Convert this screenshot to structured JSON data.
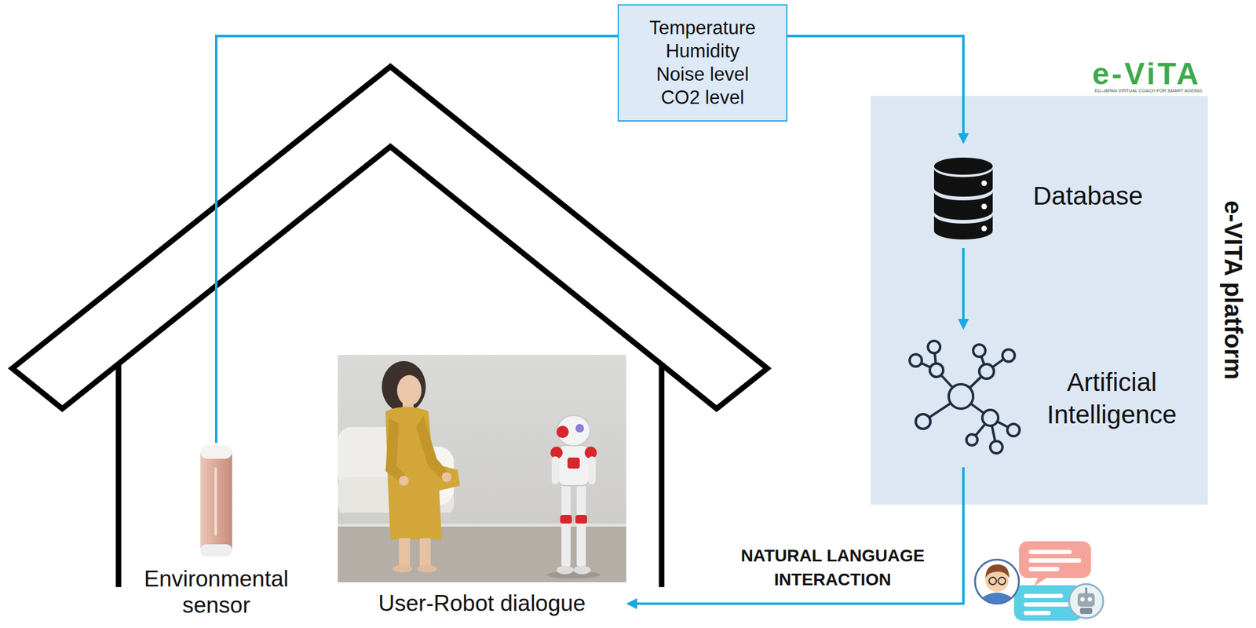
{
  "diagram": {
    "nodes": [
      {
        "text": [
          "Temperature",
          "Humidity",
          "Noise level",
          "CO2 level"
        ]
      },
      {
        "text": [
          "e-VITA platform"
        ]
      },
      {
        "text": [
          "Database"
        ],
        "in": 1
      },
      {
        "text": [
          "Artificial Intelligence"
        ],
        "in": 1
      },
      {
        "text": [
          "Environmental sensor"
        ]
      },
      {
        "text": [
          "User-Robot dialogue"
        ]
      }
    ],
    "edges": [
      {
        "from": 4,
        "to": 0,
        "arrow": "none"
      },
      {
        "from": 0,
        "to": 2,
        "arrow": "to"
      },
      {
        "from": 2,
        "to": 3,
        "arrow": "to"
      },
      {
        "from": 3,
        "to": 5,
        "arrow": "to",
        "label": "NATURAL LANGUAGE INTERACTION"
      }
    ],
    "labels": [
      "e-ViTA",
      "EU-JAPAN VIRTUAL COACH FOR SMART AGEING"
    ]
  }
}
